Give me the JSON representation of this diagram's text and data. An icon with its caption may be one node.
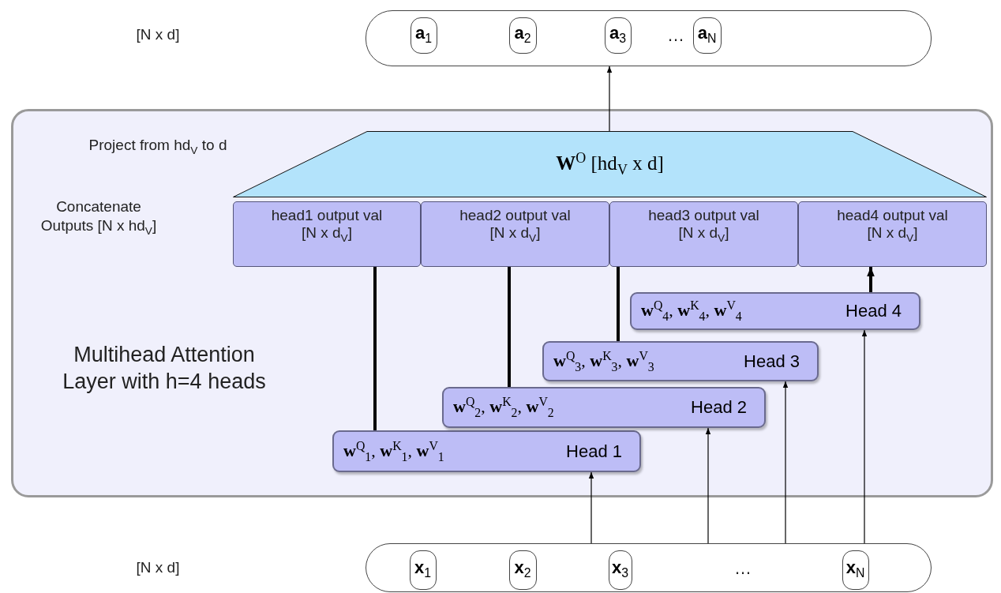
{
  "diagram": {
    "nodes": [
      {
        "text": [
          "…"
        ]
      },
      {
        "text": [
          "**a**$_{1}$"
        ],
        "in": 0
      },
      {
        "text": [
          "**a**$_{2}$"
        ],
        "in": 0
      },
      {
        "text": [
          "**a**$_{3}$"
        ],
        "in": 0
      },
      {
        "text": [
          "**a**$_{N}$"
        ],
        "in": 0
      },
      {
        "text": [
          "Multihead Attention Layer with h=4 heads"
        ]
      },
      {
        "text": [
          "**W**$^{O}$ [hd$_{V}$ x d]"
        ],
        "in": 5
      },
      {
        "text": [
          "head1 output val",
          "[N x d$_{V}$]"
        ],
        "in": 5
      },
      {
        "text": [
          "head2 output val",
          "[N x d$_{V}$]"
        ],
        "in": 5
      },
      {
        "text": [
          "head3 output val",
          "[N x d$_{V}$]"
        ],
        "in": 5
      },
      {
        "text": [
          "head4 output val",
          "[N x d$_{V}$]"
        ],
        "in": 5
      },
      {
        "text": [
          "**w**$^{Q}$$_{1}$, **w**$^{K}$$_{1}$, **w**$^{V}$$_{1}$",
          "Head 1"
        ],
        "in": 5
      },
      {
        "text": [
          "**w**$^{Q}$$_{2}$, **w**$^{K}$$_{2}$, **w**$^{V}$$_{2}$",
          "Head 2"
        ],
        "in": 5
      },
      {
        "text": [
          "**w**$^{Q}$$_{3}$, **w**$^{K}$$_{3}$, **w**$^{V}$$_{3}$",
          "Head 3"
        ],
        "in": 5
      },
      {
        "text": [
          "**w**$^{Q}$$_{4}$, **w**$^{K}$$_{4}$, **w**$^{V}$$_{4}$",
          "Head 4"
        ],
        "in": 5
      },
      {
        "text": [
          "…"
        ]
      },
      {
        "text": [
          "**x**$_{1}$"
        ],
        "in": 15
      },
      {
        "text": [
          "**x**$_{2}$"
        ],
        "in": 15
      },
      {
        "text": [
          "**x**$_{3}$"
        ],
        "in": 15
      },
      {
        "text": [
          "**x**$_{N}$"
        ],
        "in": 15
      }
    ],
    "edges": [
      {
        "from": 6,
        "to": 0,
        "arrow": "to"
      },
      {
        "from": 11,
        "to": 7,
        "arrow": "none",
        "style": "thick"
      },
      {
        "from": 12,
        "to": 8,
        "arrow": "none",
        "style": "thick"
      },
      {
        "from": 13,
        "to": 9,
        "arrow": "none",
        "style": "thick"
      },
      {
        "from": 14,
        "to": 10,
        "arrow": "to",
        "style": "thick"
      },
      {
        "from": 15,
        "to": 11,
        "arrow": "to"
      },
      {
        "from": 15,
        "to": 12,
        "arrow": "to"
      },
      {
        "from": 15,
        "to": 13,
        "arrow": "to"
      },
      {
        "from": 15,
        "to": 14,
        "arrow": "to"
      }
    ],
    "labels": [
      "[N x d]",
      "Project from hd$_{V}$ to d",
      "Concatenate Outputs [N x hd$_{V}$]",
      "[N x d]"
    ]
  }
}
